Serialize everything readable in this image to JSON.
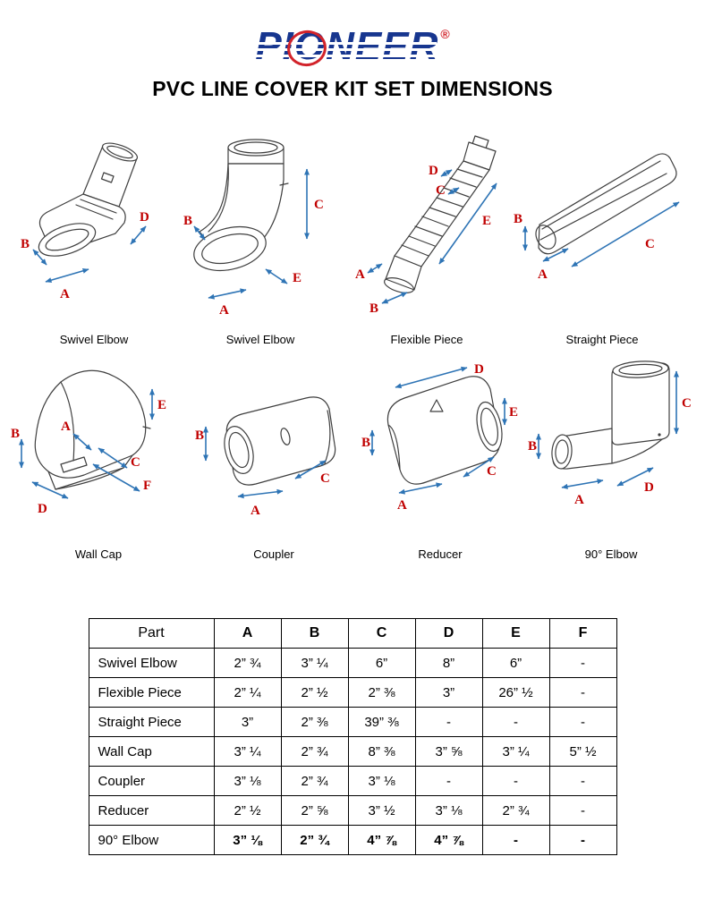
{
  "brand": {
    "name": "PIONEER",
    "registered_mark": "®"
  },
  "title": "PVC LINE COVER KIT SET DIMENSIONS",
  "colors": {
    "brand_blue": "#17368f",
    "brand_red": "#d2232a",
    "dimension_letter_red": "#c00000",
    "arrow_blue": "#2e74b5"
  },
  "diagrams": {
    "items": [
      {
        "caption": "Swivel Elbow",
        "dims": [
          "D",
          "B",
          "A"
        ]
      },
      {
        "caption": "Swivel Elbow",
        "dims": [
          "C",
          "B",
          "E",
          "A"
        ]
      },
      {
        "caption": "Flexible Piece",
        "dims": [
          "D",
          "C",
          "E",
          "A",
          "B"
        ]
      },
      {
        "caption": "Straight Piece",
        "dims": [
          "C",
          "B",
          "A"
        ]
      },
      {
        "caption": "Wall Cap",
        "dims": [
          "E",
          "A",
          "B",
          "C",
          "F",
          "D"
        ]
      },
      {
        "caption": "Coupler",
        "dims": [
          "B",
          "C",
          "A"
        ]
      },
      {
        "caption": "Reducer",
        "dims": [
          "D",
          "E",
          "B",
          "C",
          "A"
        ]
      },
      {
        "caption": "90° Elbow",
        "dims": [
          "C",
          "B",
          "D",
          "A"
        ]
      }
    ]
  },
  "table": {
    "headers": [
      "Part",
      "A",
      "B",
      "C",
      "D",
      "E",
      "F"
    ],
    "rows": [
      [
        "Swivel Elbow",
        "2” ¾",
        "3” ¼",
        "6”",
        "8”",
        "6”",
        "-"
      ],
      [
        "Flexible Piece",
        "2” ¼",
        "2” ½",
        "2” ⅜",
        "3”",
        "26” ½",
        "-"
      ],
      [
        "Straight Piece",
        "3”",
        "2” ⅜",
        "39” ⅜",
        "-",
        "-",
        "-"
      ],
      [
        "Wall Cap",
        "3” ¼",
        "2” ¾",
        "8” ⅜",
        "3” ⅝",
        "3” ¼",
        "5” ½"
      ],
      [
        "Coupler",
        "3” ⅛",
        "2” ¾",
        "3” ⅛",
        "-",
        "-",
        "-"
      ],
      [
        "Reducer",
        "2” ½",
        "2” ⅝",
        "3” ½",
        "3” ⅛",
        "2” ¾",
        "-"
      ],
      [
        "90° Elbow",
        "3” ⅛",
        "2” ¾",
        "4” ⅞",
        "4” ⅞",
        "-",
        "-"
      ]
    ]
  }
}
